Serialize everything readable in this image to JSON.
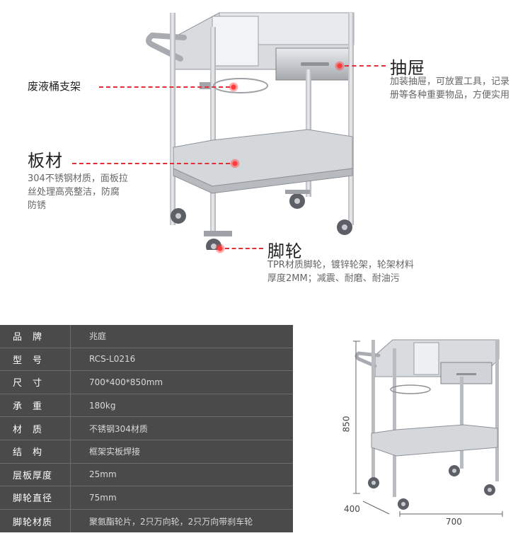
{
  "callouts": {
    "waste_holder": {
      "title": "废液桶支架"
    },
    "drawer": {
      "title": "抽屉",
      "desc_line1": "加装抽屉，可放置工具，记录",
      "desc_line2": "册等各种重要物品，方便实用"
    },
    "board": {
      "title": "板材",
      "desc_line1": "304不锈钢材质，面板拉",
      "desc_line2": "丝处理高亮整洁，防腐",
      "desc_line3": "防锈"
    },
    "caster": {
      "title": "脚轮",
      "desc_line1": "TPR材质脚轮，镀锌轮架，轮架材料",
      "desc_line2": "厚度2MM；减震、耐磨、耐油污"
    }
  },
  "specs": [
    {
      "label": "品　牌",
      "value": "兆庭"
    },
    {
      "label": "型　号",
      "value": "RCS-L0216"
    },
    {
      "label": "尺　寸",
      "value": "700*400*850mm"
    },
    {
      "label": "承　重",
      "value": "180kg"
    },
    {
      "label": "材　质",
      "value": "不锈钢304材质"
    },
    {
      "label": "结　构",
      "value": "框架实板焊接"
    },
    {
      "label": "层板厚度",
      "value": "25mm"
    },
    {
      "label": "脚轮直径",
      "value": "75mm"
    },
    {
      "label": "脚轮材质",
      "value": "聚氨酯轮片，2只万向轮，2只万向带刹车轮"
    }
  ],
  "dimensions": {
    "height": "850",
    "depth": "400",
    "width": "700"
  },
  "colors": {
    "accent": "#e0303a",
    "table_bg": "#4a4a4a"
  }
}
